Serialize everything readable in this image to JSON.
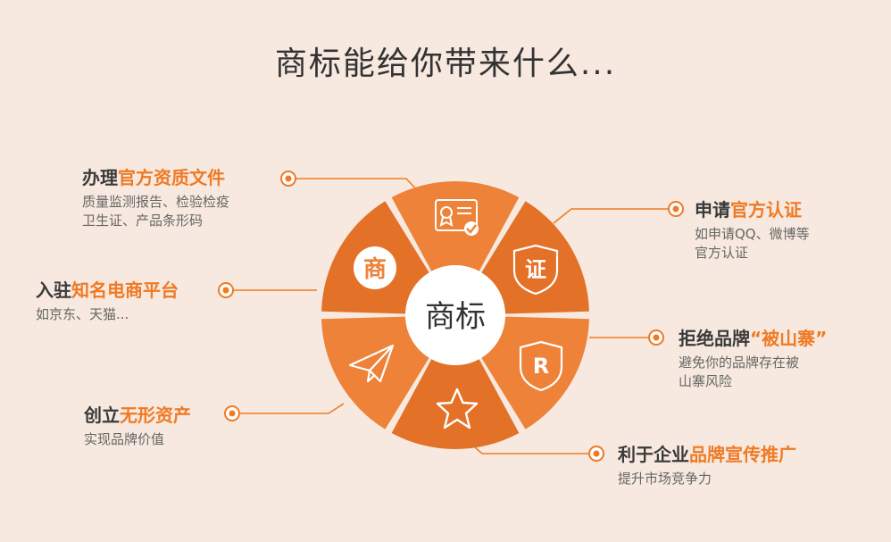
{
  "title": "商标能给你带来什么...",
  "center_label": "商标",
  "colors": {
    "accent": "#ef7a25",
    "segment": "#ee8238",
    "segment_dark": "#e37128",
    "ring": "#ffffff",
    "bg": "#f7e9df"
  },
  "items": [
    {
      "pre": "办理",
      "highlight": "官方资质文件",
      "post": "",
      "desc1": "质量监测报告、检验检疫",
      "desc2": "卫生证、产品条形码",
      "icon": "certificate-icon"
    },
    {
      "pre": "申请",
      "highlight": "官方认证",
      "post": "",
      "desc1": "如申请QQ、微博等",
      "desc2": "官方认证",
      "icon": "shield-zheng-icon"
    },
    {
      "pre": "入驻",
      "highlight": "知名电商平台",
      "post": "",
      "desc1": "如京东、天猫...",
      "desc2": "",
      "icon": "shang-badge-icon"
    },
    {
      "pre": "拒绝品牌",
      "highlight": "“被山寨”",
      "post": "",
      "desc1": "避免你的品牌存在被",
      "desc2": "山寨风险",
      "icon": "registered-shield-icon"
    },
    {
      "pre": "创立",
      "highlight": "无形资产",
      "post": "",
      "desc1": "实现品牌价值",
      "desc2": "",
      "icon": "paper-plane-icon"
    },
    {
      "pre": "利于企业",
      "highlight": "品牌宣传推广",
      "post": "",
      "desc1": "提升市场竞争力",
      "desc2": "",
      "icon": "star-icon"
    }
  ],
  "icon_texts": {
    "shang": "商",
    "zheng": "证",
    "r": "R"
  }
}
